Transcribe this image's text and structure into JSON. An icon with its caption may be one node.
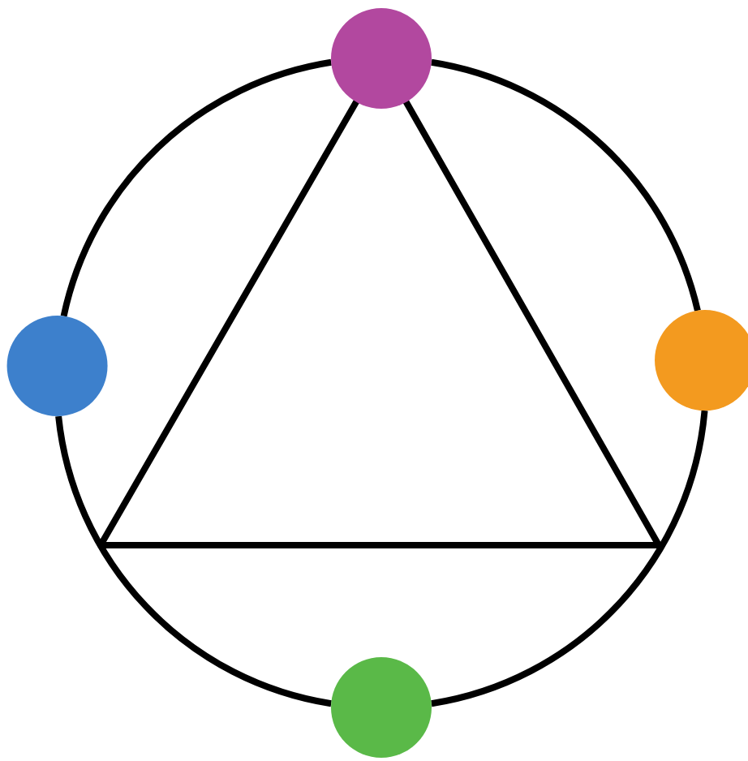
{
  "diagram": {
    "nodes": [
      {
        "text": [],
        "shape": "circle"
      },
      {
        "text": [],
        "shape": "circle"
      },
      {
        "text": [],
        "shape": "circle"
      },
      {
        "text": [],
        "shape": "circle"
      }
    ],
    "edges": [
      {
        "from": 0,
        "to": 2,
        "arrow": "none"
      },
      {
        "from": 2,
        "to": 3,
        "arrow": "none"
      },
      {
        "from": 3,
        "to": 1,
        "arrow": "none"
      },
      {
        "from": 1,
        "to": 0,
        "arrow": "none"
      }
    ]
  }
}
